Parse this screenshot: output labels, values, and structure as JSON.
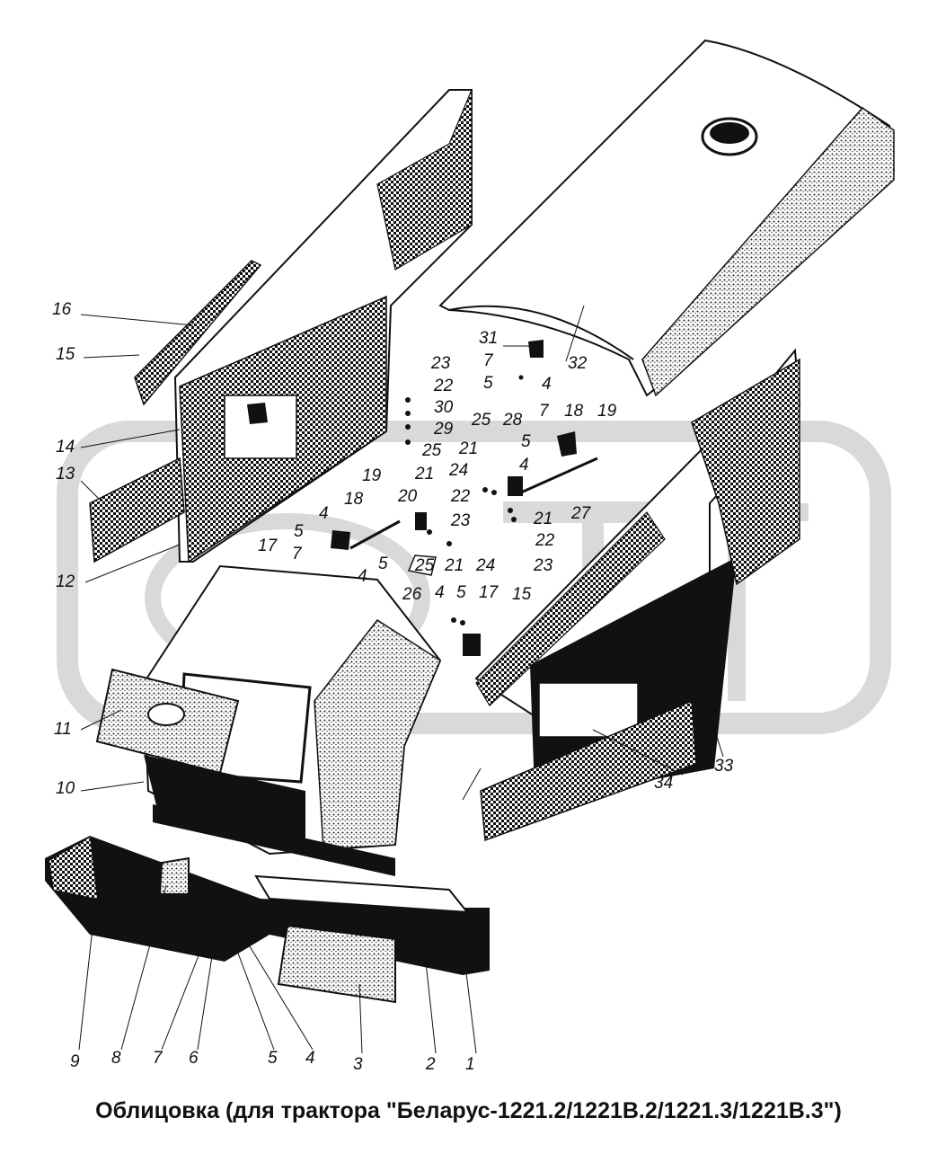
{
  "caption": "Облицовка (для трактора \"Беларус-1221.2/1221В.2/1221.3/1221В.3\")",
  "colors": {
    "ink": "#111111",
    "watermark": "#d9d9d9",
    "paper": "#ffffff"
  },
  "callouts": {
    "c1": "1",
    "c2": "2",
    "c3": "3",
    "c4a": "4",
    "c5a": "5",
    "c6": "6",
    "c7a": "7",
    "c8": "8",
    "c9": "9",
    "c10": "10",
    "c11": "11",
    "c12": "12",
    "c13": "13",
    "c14": "14",
    "c15a": "15",
    "c16": "16",
    "c32": "32",
    "c31": "31",
    "c7b": "7",
    "c5b": "5",
    "c4b": "4",
    "c23a": "23",
    "c22a": "22",
    "c30": "30",
    "c29": "29",
    "c25a": "25",
    "c25b": "25",
    "c28": "28",
    "c7c": "7",
    "c18a": "18",
    "c19a": "19",
    "c5c": "5",
    "c21a": "21",
    "c4c": "4",
    "c24a": "24",
    "c22b": "22",
    "c21b": "21",
    "c19b": "19",
    "c18b": "18",
    "c20": "20",
    "c23b": "23",
    "c21c": "21",
    "c27": "27",
    "c22c": "22",
    "c23c": "23",
    "c4d": "4",
    "c5d": "5",
    "c17a": "17",
    "c7d": "7",
    "c5e": "5",
    "c4e": "4",
    "c25c": "25",
    "c21d": "21",
    "c24b": "24",
    "c26": "26",
    "c4f": "4",
    "c5f": "5",
    "c17b": "17",
    "c15b": "15",
    "c33": "33",
    "c34": "34"
  }
}
